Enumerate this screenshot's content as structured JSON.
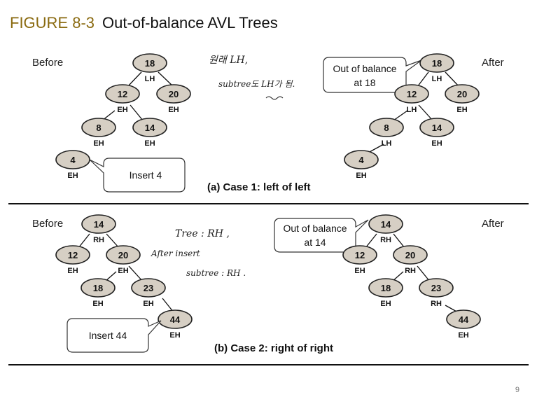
{
  "title": {
    "number": "FIGURE 8-3",
    "text": "Out-of-balance AVL Trees"
  },
  "case1": {
    "before_label": "Before",
    "after_label": "After",
    "caption": "(a) Case 1: left of left",
    "insert_callout": "Insert 4",
    "out_callout": [
      "Out of balance",
      "at 18"
    ],
    "before_nodes": [
      {
        "value": "18",
        "balance": "LH"
      },
      {
        "value": "12",
        "balance": "EH"
      },
      {
        "value": "20",
        "balance": "EH"
      },
      {
        "value": "8",
        "balance": "EH"
      },
      {
        "value": "14",
        "balance": "EH"
      },
      {
        "value": "4",
        "balance": "EH"
      }
    ],
    "after_nodes": [
      {
        "value": "18",
        "balance": "LH"
      },
      {
        "value": "12",
        "balance": "LH"
      },
      {
        "value": "20",
        "balance": "EH"
      },
      {
        "value": "8",
        "balance": "LH"
      },
      {
        "value": "14",
        "balance": "EH"
      },
      {
        "value": "4",
        "balance": "EH"
      }
    ],
    "handwritten": [
      "원래 LH,",
      "subtree도 LH가 됨."
    ]
  },
  "case2": {
    "before_label": "Before",
    "after_label": "After",
    "caption": "(b) Case 2: right of right",
    "insert_callout": "Insert 44",
    "out_callout": [
      "Out of balance",
      "at 14"
    ],
    "before_nodes": [
      {
        "value": "14",
        "balance": "RH"
      },
      {
        "value": "12",
        "balance": "EH"
      },
      {
        "value": "20",
        "balance": "EH"
      },
      {
        "value": "18",
        "balance": "EH"
      },
      {
        "value": "23",
        "balance": "EH"
      },
      {
        "value": "44",
        "balance": "EH"
      }
    ],
    "after_nodes": [
      {
        "value": "14",
        "balance": "RH"
      },
      {
        "value": "12",
        "balance": "EH"
      },
      {
        "value": "20",
        "balance": "RH"
      },
      {
        "value": "18",
        "balance": "EH"
      },
      {
        "value": "23",
        "balance": "RH"
      },
      {
        "value": "44",
        "balance": "EH"
      }
    ],
    "handwritten": [
      "Tree : RH ,",
      "After insert",
      "subtree : RH ."
    ]
  },
  "page_number": "9"
}
